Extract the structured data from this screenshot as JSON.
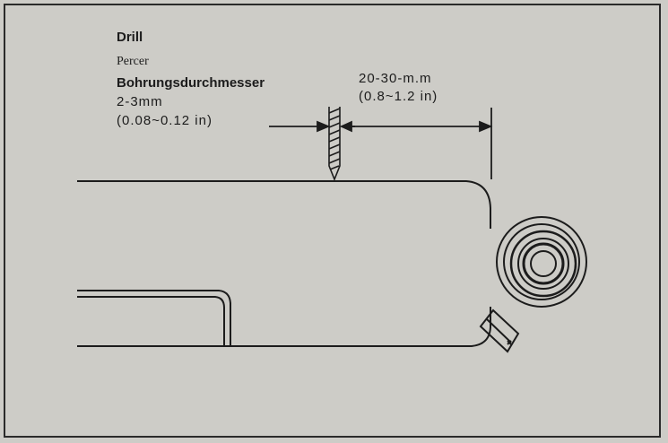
{
  "labels": {
    "drill": "Drill",
    "percer": "Percer",
    "bohrung": "Bohrungsdurchmesser",
    "diameter_mm": "2-3mm",
    "diameter_in": "(0.08~0.12 in)",
    "distance_mm": "20-30-m.m",
    "distance_in": "(0.8~1.2 in)"
  },
  "colors": {
    "ink": "#1c1c1c",
    "paper": "#cdccc7"
  }
}
